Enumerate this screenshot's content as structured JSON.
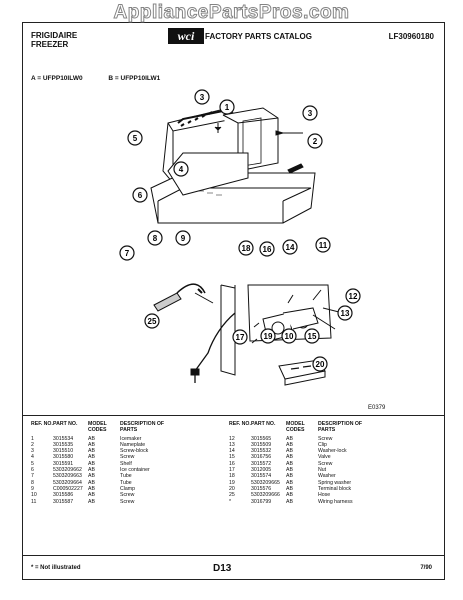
{
  "watermark": "AppliancePartsPros.com",
  "header": {
    "brand": "FRIGIDAIRE",
    "category": "FREEZER",
    "catalog_title": "FACTORY PARTS CATALOG",
    "catalog_number": "LF30960180"
  },
  "models": {
    "a": "A = UFPP10ILW0",
    "b": "B = UFPP10ILW1"
  },
  "callouts": [
    "1",
    "2",
    "3",
    "3",
    "4",
    "5",
    "6",
    "7",
    "8",
    "9",
    "11",
    "12",
    "13",
    "14",
    "15",
    "16",
    "17",
    "18",
    "19",
    "20",
    "10",
    "25"
  ],
  "diagram_code": "E0379",
  "table": {
    "headers": {
      "ref": "REF. NO.",
      "part": "PART NO.",
      "model": "MODEL CODES",
      "desc": "DESCRIPTION OF PARTS"
    },
    "left": [
      {
        "ref": "1",
        "part": "3015534",
        "model": "AB",
        "desc": "Icemaker"
      },
      {
        "ref": "2",
        "part": "3015535",
        "model": "AB",
        "desc": "Nameplate"
      },
      {
        "ref": "3",
        "part": "3015510",
        "model": "AB",
        "desc": "Screw-block"
      },
      {
        "ref": "4",
        "part": "3015580",
        "model": "AB",
        "desc": "Screw"
      },
      {
        "ref": "5",
        "part": "3015591",
        "model": "AB",
        "desc": "Shelf"
      },
      {
        "ref": "6",
        "part": "5303209662",
        "model": "AB",
        "desc": "Ice container"
      },
      {
        "ref": "7",
        "part": "5303209663",
        "model": "AB",
        "desc": "Tube"
      },
      {
        "ref": "8",
        "part": "5303209664",
        "model": "AB",
        "desc": "Tube"
      },
      {
        "ref": "9",
        "part": "C000502227",
        "model": "AB",
        "desc": "Clamp"
      },
      {
        "ref": "10",
        "part": "3015586",
        "model": "AB",
        "desc": "Screw"
      },
      {
        "ref": "11",
        "part": "3015587",
        "model": "AB",
        "desc": "Screw"
      }
    ],
    "right": [
      {
        "ref": "12",
        "part": "3015565",
        "model": "AB",
        "desc": "Screw"
      },
      {
        "ref": "13",
        "part": "3015509",
        "model": "AB",
        "desc": "Clip"
      },
      {
        "ref": "14",
        "part": "3015532",
        "model": "AB",
        "desc": "Washer-lock"
      },
      {
        "ref": "15",
        "part": "3016756",
        "model": "AB",
        "desc": "Valve"
      },
      {
        "ref": "16",
        "part": "3015572",
        "model": "AB",
        "desc": "Screw"
      },
      {
        "ref": "17",
        "part": "3012005",
        "model": "AB",
        "desc": "Nut"
      },
      {
        "ref": "18",
        "part": "3015574",
        "model": "AB",
        "desc": "Washer"
      },
      {
        "ref": "19",
        "part": "5303209665",
        "model": "AB",
        "desc": "Spring washer"
      },
      {
        "ref": "20",
        "part": "3015576",
        "model": "AB",
        "desc": "Terminal block"
      },
      {
        "ref": "25",
        "part": "5303209666",
        "model": "AB",
        "desc": "Hose"
      },
      {
        "ref": "*",
        "part": "3016799",
        "model": "AB",
        "desc": "Wiring harness"
      }
    ]
  },
  "footer": {
    "note": "* = Not illustrated",
    "page": "D13",
    "date": "7/90"
  }
}
